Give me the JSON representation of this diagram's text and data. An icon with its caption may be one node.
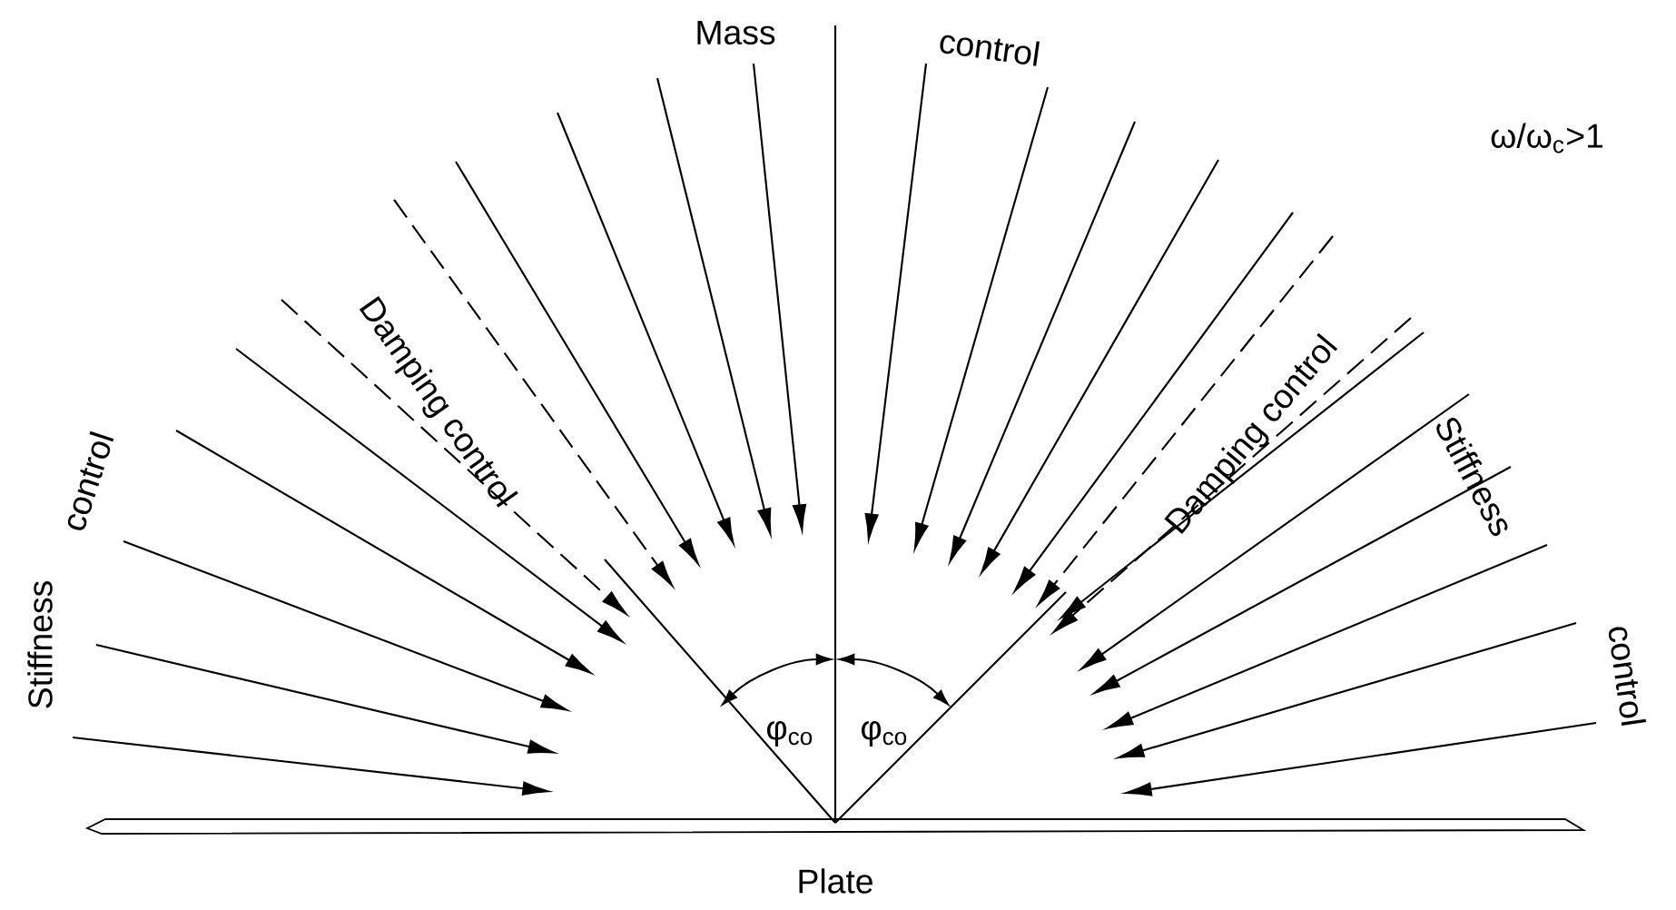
{
  "diagram": {
    "nodes": [
      {
        "text": [
          "Plate"
        ]
      }
    ],
    "edges": [],
    "labels": [
      "Mass",
      "control",
      "ω/ω$_{c}$>1",
      "Damping control",
      "Damping control",
      "control",
      "Stiffness",
      "Stiffness",
      "control",
      "φ$_{co}$",
      "φ$_{co}$"
    ]
  }
}
